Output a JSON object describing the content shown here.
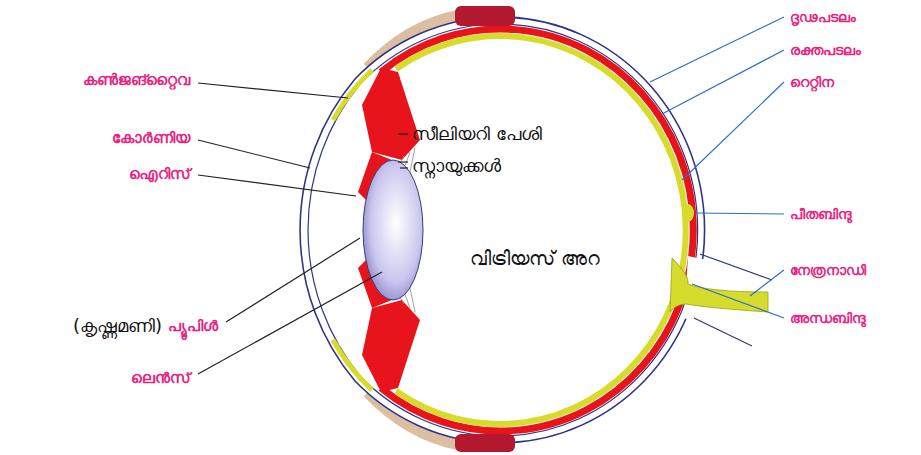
{
  "diagram": {
    "labels": [
      "ദൃഢപടലം",
      "കൺജങ്റ്റൈവ",
      "രക്തപടലം",
      "റെറ്റിന",
      "സീലിയറി പേശി",
      "കോർണിയ",
      "സ്നായുക്കൾ",
      "ഐറിസ്",
      "പീതബിന്ദു",
      "വിട്രിയസ് അറ",
      "നേത്രനാഡി",
      "(കൃഷ്ണമണി)",
      "പ്യൂപിൾ",
      "അന്ധബിന്ദു",
      "ലെൻസ്"
    ]
  }
}
